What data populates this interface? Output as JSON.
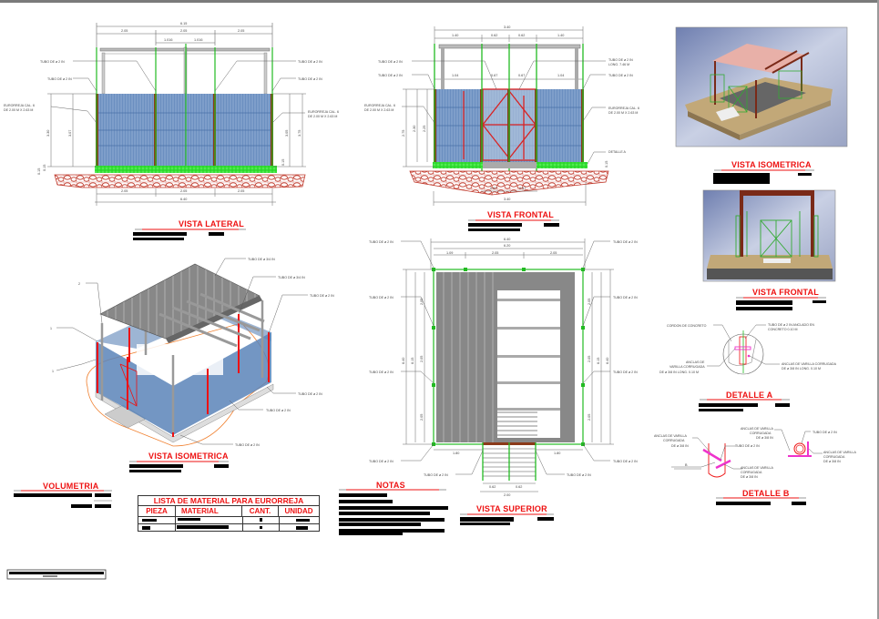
{
  "sheet": {
    "type": "CAD drawing sheet",
    "colors": {
      "title_red": "#e11111",
      "pipe_green": "#22bb22",
      "mesh_blue": "#5b84b8",
      "post_brown": "#8b3a1a",
      "stone_red": "#c0392b",
      "grass_green": "#33dd33",
      "detail_magenta": "#ee33cc"
    }
  },
  "views": {
    "vista_lateral": {
      "title": "VISTA LATERAL",
      "dims_top": {
        "total": "6.15",
        "segments": [
          "2.05",
          "2.05",
          "2.05"
        ],
        "sub": [
          "1.016",
          "1.016"
        ]
      },
      "dims_bottom": {
        "total": "6.40",
        "segments": [
          "2.05",
          "2.05",
          "2.05"
        ]
      },
      "dims_side": {
        "left": [
          "3.30",
          "3.07"
        ],
        "right": [
          "3.05",
          "3.75"
        ],
        "base": [
          "0.15",
          "0.15",
          "0.15"
        ]
      },
      "labels": [
        "TUBO DE ø 2 IN",
        "TUBO DE ø 2 IN",
        "EURORREJA CAL. 6 DE 2.00 M X 2.63 M",
        "TUBO DE ø 2 IN",
        "TUBO DE ø 2 IN",
        "EURORREJA CAL. 6 DE 2.00 M X 2.63 M"
      ]
    },
    "vista_frontal": {
      "title": "VISTA FRONTAL",
      "dims_top": {
        "total": "3.40",
        "segments": [
          "1.40",
          "0.62",
          "0.62",
          "1.40"
        ],
        "inner": [
          "1.04",
          "0.67",
          "0.67",
          "1.04"
        ]
      },
      "dims_bottom": {
        "total": "3.40",
        "gate": [
          "0.57",
          "0.57"
        ]
      },
      "dims_side": [
        "2.75",
        "2.30",
        "2.25"
      ],
      "labels": [
        "TUBO DE ø 2 IN",
        "TUBO DE ø 2 IN",
        "EURORREJA CAL. 6 DE 2.00 M X 2.63 M",
        "TUBO DE ø 2 IN LONG. 7.46 M",
        "TUBO DE ø 2 IN",
        "EURORREJA CAL. 6 DE 2.00 M X 2.63 M",
        "DETALLE A"
      ],
      "detail_dims": [
        "0.15",
        "0.15"
      ]
    },
    "vista_isometrica_cad": {
      "title": "VISTA ISOMETRICA",
      "labels": [
        "TUBO DE ø 3/4 IN",
        "TUBO DE ø 3/4 IN",
        "TUBO DE ø 2 IN",
        "TUBO DE ø 2 IN",
        "TUBO DE ø 2 IN",
        "TUBO DE ø 2 IN"
      ],
      "markers": [
        "2",
        "1",
        "1"
      ]
    },
    "vista_superior": {
      "title": "VISTA SUPERIOR",
      "dims_top": {
        "outer": "6.40",
        "inner": "6.20",
        "segments": [
          "1.09",
          "2.05",
          "2.05"
        ]
      },
      "dims_side": {
        "left": [
          "6.40",
          "6.15"
        ],
        "right": [
          "6.15",
          "6.40"
        ],
        "segments": [
          "2.05",
          "2.05",
          "2.05"
        ]
      },
      "dims_bottom": [
        "1.80",
        "1.80"
      ],
      "stairs_dims": {
        "segments": [
          "0.62",
          "0.62"
        ],
        "total": "2.00"
      },
      "labels": [
        "TUBO DE ø 2 IN",
        "TUBO DE ø 2 IN",
        "TUBO DE ø 2 IN",
        "TUBO DE ø 2 IN",
        "TUBO DE ø 2 IN",
        "TUBO DE ø 2 IN",
        "TUBO DE ø 2 IN",
        "TUBO DE ø 2 IN",
        "TUBO DE ø 2 IN",
        "TUBO DE ø 2 IN"
      ]
    },
    "render_isometrica": {
      "title": "VISTA ISOMETRICA"
    },
    "render_frontal": {
      "title": "VISTA FRONTAL"
    },
    "detalle_a": {
      "title": "DETALLE A",
      "labels": [
        "CORDON DE CONCRETO",
        "TUBO DE ø 2 IN ANCLADO EN CONCRETO 0.10 M",
        "ANCLAS DE VARILLA CORRUGADA DE ø 3/8 IN LONG. 0.10 M",
        "ANCLAS DE VARILLA CORRUGADA DE ø 3/8 IN LONG. 0.10 M"
      ]
    },
    "detalle_b": {
      "title": "DETALLE B",
      "labels": [
        "ANCLAS DE VARILLA CORRUGADA DE ø 3/8 IN",
        "TUBO DE ø 2 IN",
        "ANCLAS DE VARILLA CORRUGADA DE ø 3/8 IN",
        "ANCLAS DE VARILLA CORRUGADA DE ø 3/8 IN",
        "TUBO DE ø 2 IN",
        "ANCLAS DE VARILLA CORRUGADA DE ø 3/8 IN"
      ]
    }
  },
  "volumetria": {
    "title": "VOLUMETRIA"
  },
  "notas": {
    "title": "NOTAS"
  },
  "material_table": {
    "title": "LISTA DE MATERIAL PARA EURORREJA",
    "headers": [
      "PIEZA",
      "MATERIAL",
      "CANT.",
      "UNIDAD"
    ],
    "rows": [
      [
        "",
        "",
        "",
        ""
      ],
      [
        "",
        "",
        "",
        ""
      ]
    ]
  }
}
